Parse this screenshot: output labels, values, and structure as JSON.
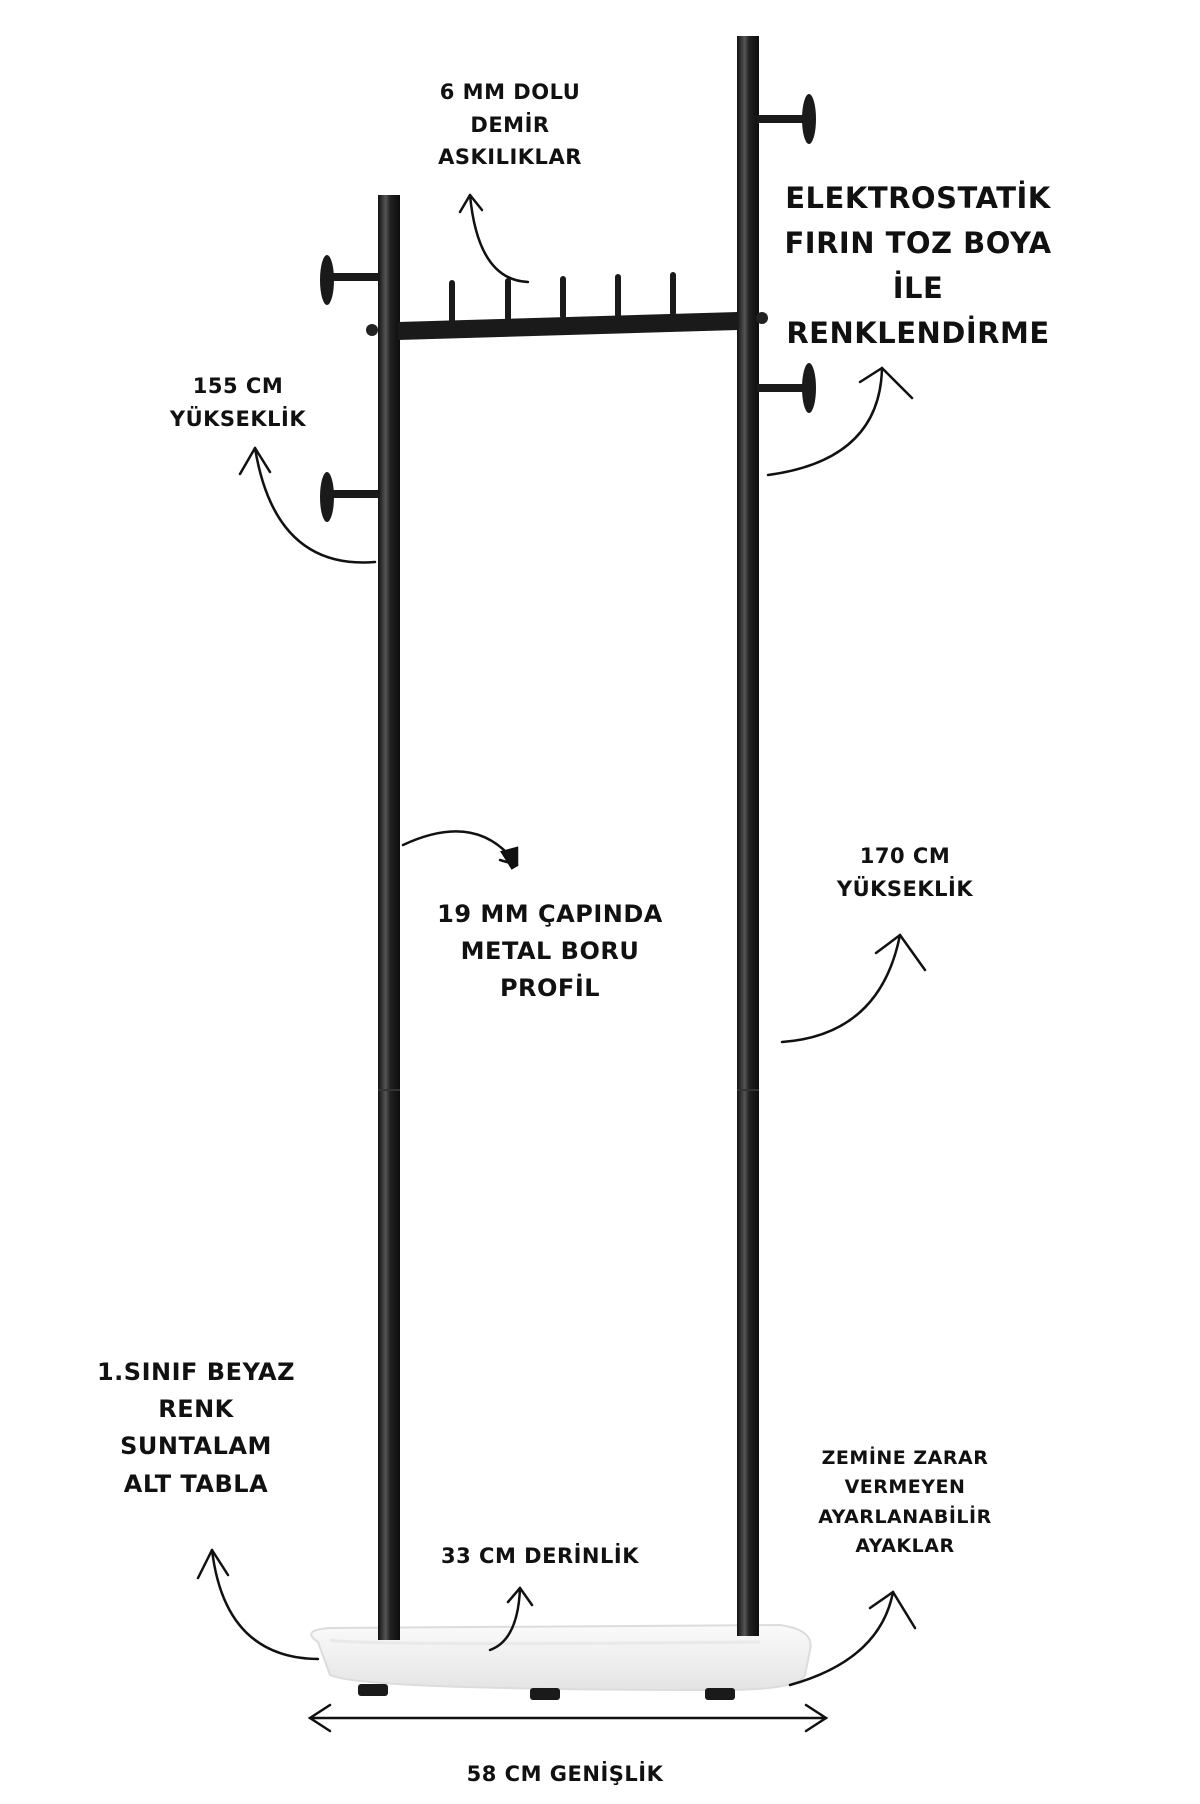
{
  "labels": {
    "hangers": [
      "6 MM DOLU",
      "DEMİR",
      "ASKILIKLAR"
    ],
    "paint": [
      "ELEKTROSTATİK",
      "FIRIN TOZ BOYA",
      "İLE",
      "RENKLENDİRME"
    ],
    "height_155": [
      "155 CM",
      "YÜKSEKLİK"
    ],
    "tube": [
      "19 MM ÇAPINDA",
      "METAL BORU",
      "PROFİL"
    ],
    "height_170": [
      "170 CM",
      "YÜKSEKLİK"
    ],
    "base": [
      "1.SINIF BEYAZ",
      "RENK",
      "SUNTALAM",
      "ALT TABLA"
    ],
    "depth": "33 CM DERİNLİK",
    "feet": [
      "ZEMİNE ZARAR",
      "VERMEYEN",
      "AYARLANABİLİR",
      "AYAKLAR"
    ],
    "width": "58 CM GENİŞLİK"
  },
  "colors": {
    "metal": "#1c1c1c",
    "highlight": "#6a6a6a",
    "base": "#f2f2f2",
    "text": "#111111"
  }
}
